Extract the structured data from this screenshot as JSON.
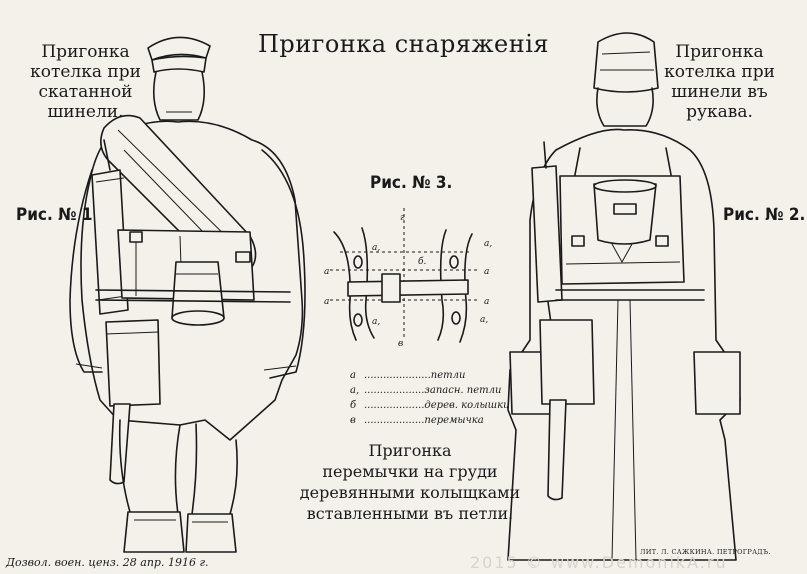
{
  "title": "Пригонка снаряженія",
  "left_caption": [
    "Пригонка",
    "котелка при",
    "скатанной",
    "шинели."
  ],
  "right_caption": [
    "Пригонка",
    "котелка при",
    "шинели въ",
    "рукава."
  ],
  "fig1_label": "Рис. № 1.",
  "fig2_label": "Рис. № 2.",
  "fig3_label": "Рис. № 3.",
  "fig3_markers": {
    "a": "а",
    "a1": "а,",
    "b": "б.",
    "v": "в",
    "g": "г"
  },
  "legend": [
    {
      "key": "а",
      "dots": ".....................",
      "text": "петли"
    },
    {
      "key": "а,",
      "dots": "...................",
      "text": "запасн. петли"
    },
    {
      "key": "б",
      "dots": "...................",
      "text": "дерев. колышки"
    },
    {
      "key": "в",
      "dots": "...................",
      "text": "перемычка"
    }
  ],
  "center_caption": [
    "Пригонка",
    "перемычки на груди",
    "деревянными колыщками",
    "вставленными въ петли."
  ],
  "footer": "Дозвол. воен. ценз. 28 апр. 1916 г.",
  "printer": "ЛИТ. Л. САЖКИНА. ПЕТРОГРАДЪ.",
  "watermark": "2015 © www.DemonikA.ru"
}
